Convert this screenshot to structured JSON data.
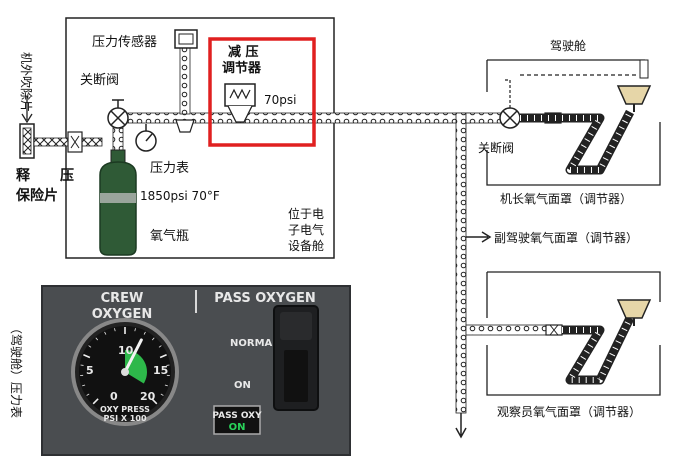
{
  "labels": {
    "outboard_disc": "机外吹除片",
    "pressure_sensor": "压力传感器",
    "reducer_title_1": "减 压",
    "reducer_title_2": "调节器",
    "reducer_psi": "70psi",
    "shutoff_valve": "关断阀",
    "gauge": "压力表",
    "relief_1": "释",
    "relief_2": "压",
    "relief_3": "保险片",
    "bottle_reading": "1850psi 70°F",
    "oxygen_bottle": "氧气瓶",
    "bay_1": "位于电",
    "bay_2": "子电气",
    "bay_3": "设备舱",
    "cockpit": "驾驶舱",
    "cockpit_shutoff": "关断阀",
    "captain_mask": "机长氧气面罩（调节器）",
    "fo_mask": "副驾驶氧气面罩（调节器）",
    "observer_mask": "观察员氧气面罩（调节器）",
    "cockpit_gauge": "（驾驶舱）压力表"
  },
  "panel": {
    "crew_1": "CREW",
    "crew_2": "OXYGEN",
    "pass_title": "PASS OXYGEN",
    "normal": "NORMAL",
    "on": "ON",
    "gauge_label_1": "OXY PRESS",
    "gauge_label_2": "PSI X 100",
    "dial_numbers": [
      "0",
      "5",
      "10",
      "15",
      "20"
    ],
    "pass_oxy_1": "PASS OXY",
    "pass_oxy_2": "ON",
    "needle_value": 12,
    "dial_max": 20
  },
  "colors": {
    "highlight_box": "#e02020",
    "panel_bg": "#4a4d50",
    "gauge_green": "#2db84a",
    "on_light": "#29d35a",
    "bottle": "#2f5a36"
  },
  "icons": [
    "shutoff-valve-icon",
    "pressure-gauge-icon",
    "oxygen-bottle-icon",
    "mask-icon",
    "arrow-icon"
  ]
}
